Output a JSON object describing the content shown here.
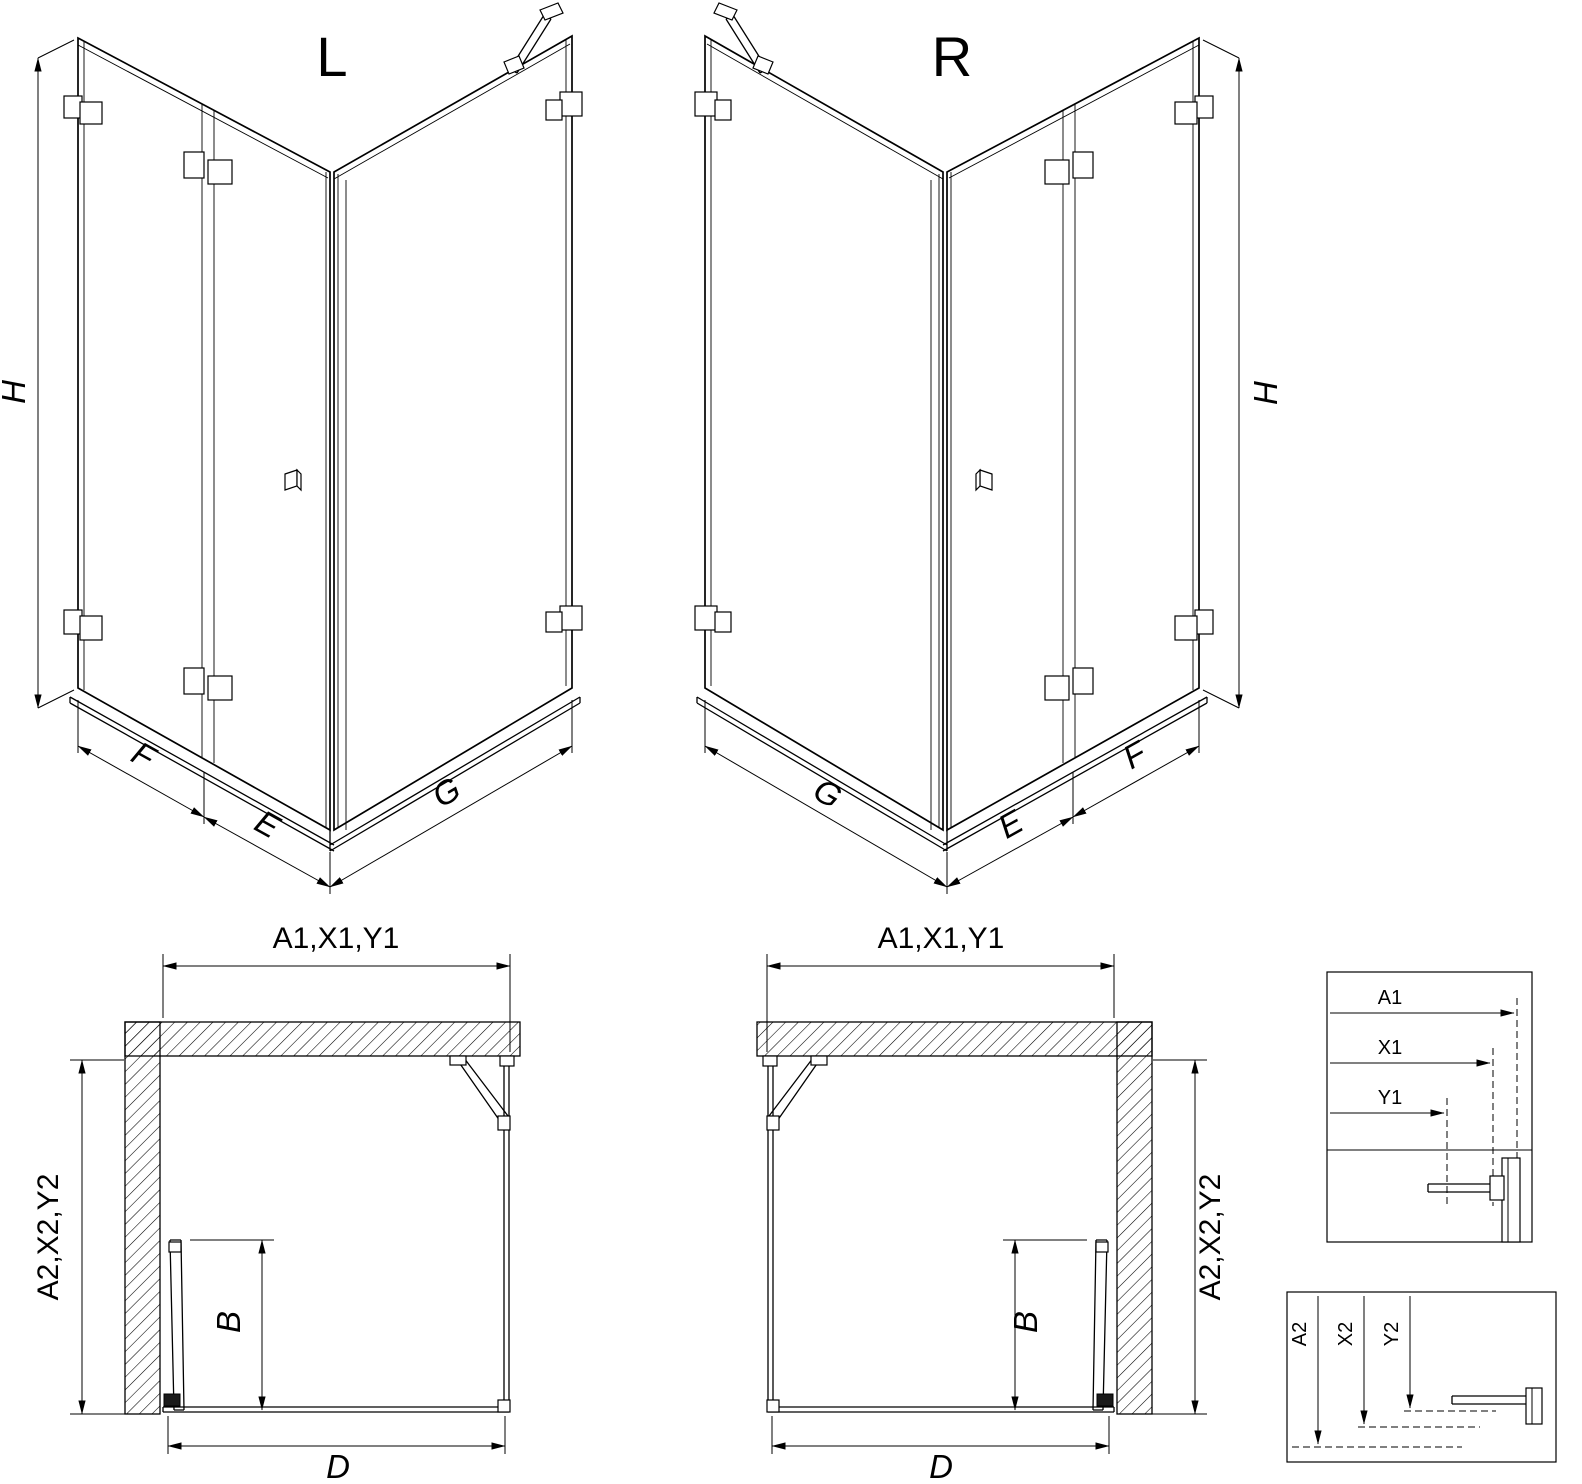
{
  "meta": {
    "background": "#ffffff",
    "line_color": "#000000",
    "drawing_type": "shower-enclosure-dimension-diagram"
  },
  "drawing": {
    "iso_left": {
      "variant": "L",
      "dim_h": "H",
      "dim_f": "F",
      "dim_e": "E",
      "dim_g": "G"
    },
    "iso_right": {
      "variant": "R",
      "dim_h": "H",
      "dim_f": "F",
      "dim_e": "E",
      "dim_g": "G"
    },
    "plan_left": {
      "dim_top": "A1,X1,Y1",
      "dim_side": "A2,X2,Y2",
      "dim_b": "B",
      "dim_d": "D"
    },
    "plan_right": {
      "dim_top": "A1,X1,Y1",
      "dim_side": "A2,X2,Y2",
      "dim_b": "B",
      "dim_d": "D"
    },
    "detail_h": {
      "l1": "A1",
      "l2": "X1",
      "l3": "Y1"
    },
    "detail_v": {
      "l1": "A2",
      "l2": "X2",
      "l3": "Y2"
    }
  }
}
